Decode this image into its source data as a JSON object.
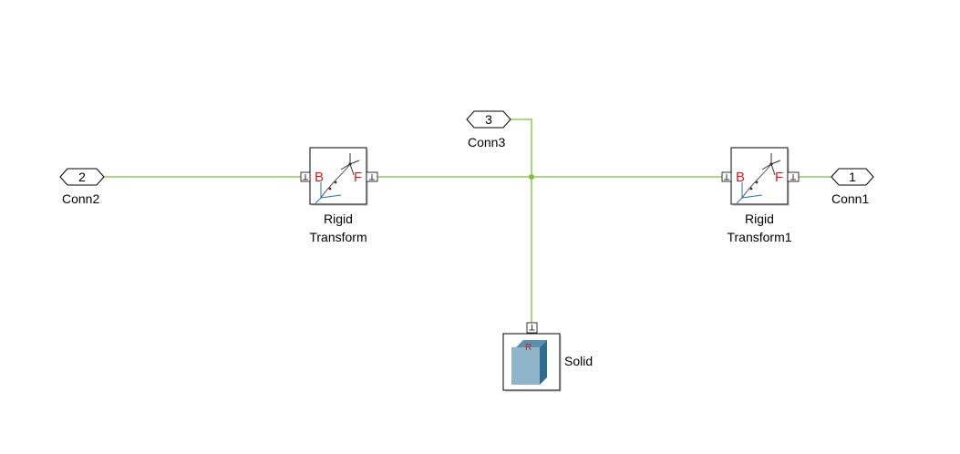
{
  "diagram": {
    "connection_color": "#7cbf3a",
    "port_labels": {
      "conn1": {
        "number": "1",
        "name": "Conn1"
      },
      "conn2": {
        "number": "2",
        "name": "Conn2"
      },
      "conn3": {
        "number": "3",
        "name": "Conn3"
      }
    },
    "blocks": {
      "rigid_transform": {
        "name_line1": "Rigid",
        "name_line2": "Transform",
        "base_port": "B",
        "follower_port": "F"
      },
      "rigid_transform1": {
        "name_line1": "Rigid",
        "name_line2": "Transform1",
        "base_port": "B",
        "follower_port": "F"
      },
      "solid": {
        "name": "Solid",
        "color": "#8fb3c8"
      }
    }
  }
}
